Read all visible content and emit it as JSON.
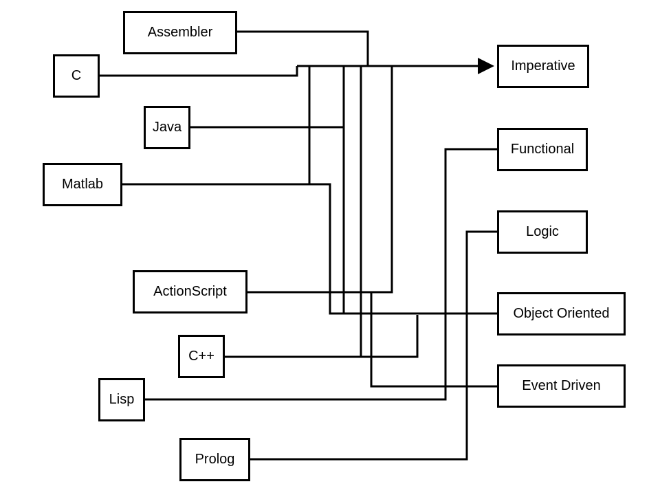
{
  "diagram": {
    "languages": {
      "assembler": "Assembler",
      "c": "C",
      "java": "Java",
      "matlab": "Matlab",
      "actionscript": "ActionScript",
      "cpp": "C++",
      "lisp": "Lisp",
      "prolog": "Prolog"
    },
    "paradigms": {
      "imperative": "Imperative",
      "functional": "Functional",
      "logic": "Logic",
      "object_oriented": "Object Oriented",
      "event_driven": "Event Driven"
    },
    "edges": [
      {
        "from": "Assembler",
        "to": "Imperative"
      },
      {
        "from": "C",
        "to": "Imperative"
      },
      {
        "from": "Java",
        "to": "Imperative"
      },
      {
        "from": "Java",
        "to": "Object Oriented"
      },
      {
        "from": "Matlab",
        "to": "Imperative"
      },
      {
        "from": "Matlab",
        "to": "Object Oriented"
      },
      {
        "from": "ActionScript",
        "to": "Imperative"
      },
      {
        "from": "ActionScript",
        "to": "Event Driven"
      },
      {
        "from": "C++",
        "to": "Imperative"
      },
      {
        "from": "C++",
        "to": "Object Oriented"
      },
      {
        "from": "Lisp",
        "to": "Functional"
      },
      {
        "from": "Prolog",
        "to": "Logic"
      }
    ]
  }
}
